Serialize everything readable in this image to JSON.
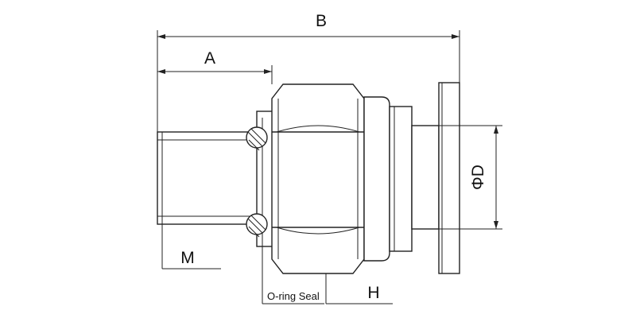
{
  "labels": {
    "b": "B",
    "a": "A",
    "m": "M",
    "h": "H",
    "d": "ΦD",
    "oring": "O-ring Seal"
  },
  "colors": {
    "line": "#222222",
    "background": "#ffffff",
    "oring_fill": "#ffffff"
  }
}
